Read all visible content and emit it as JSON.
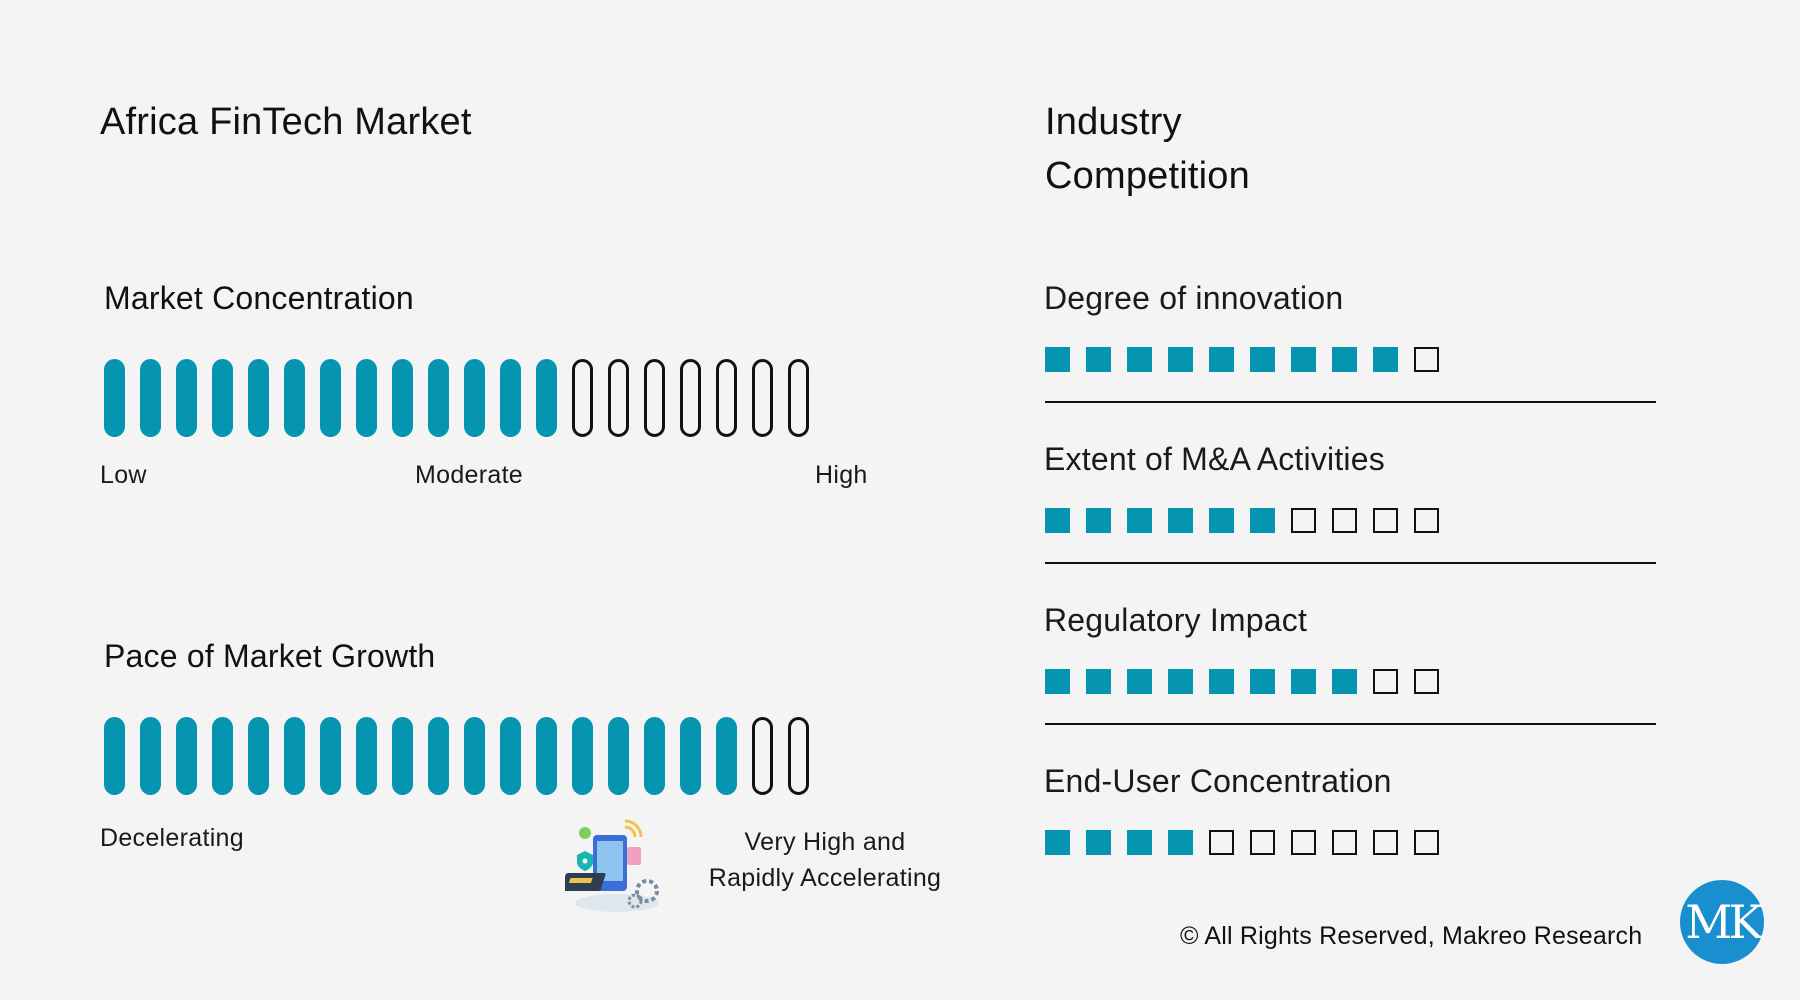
{
  "left": {
    "title": "Africa FinTech Market",
    "market_concentration": {
      "heading": "Market Concentration",
      "filled": 13,
      "total": 20,
      "labels": {
        "low": "Low",
        "moderate": "Moderate",
        "high": "High"
      }
    },
    "market_growth": {
      "heading": "Pace of Market Growth",
      "filled": 18,
      "total": 20,
      "labels": {
        "low": "Decelerating",
        "high_line1": "Very High and",
        "high_line2": "Rapidly Accelerating"
      }
    },
    "illustration_icon": "fintech-devices-illustration"
  },
  "right": {
    "title_line1": "Industry",
    "title_line2": "Competition",
    "metrics": [
      {
        "label": "Degree of innovation",
        "filled": 9,
        "total": 10
      },
      {
        "label": "Extent of M&A Activities",
        "filled": 6,
        "total": 10
      },
      {
        "label": "Regulatory Impact",
        "filled": 8,
        "total": 10
      },
      {
        "label": "End-User Concentration",
        "filled": 4,
        "total": 10
      }
    ]
  },
  "footer": {
    "copyright": "© All Rights Reserved, Makreo Research",
    "logo_text": "MK"
  },
  "colors": {
    "accent": "#0595b0",
    "logo": "#1a8fd0",
    "background": "#f4f4f4"
  }
}
